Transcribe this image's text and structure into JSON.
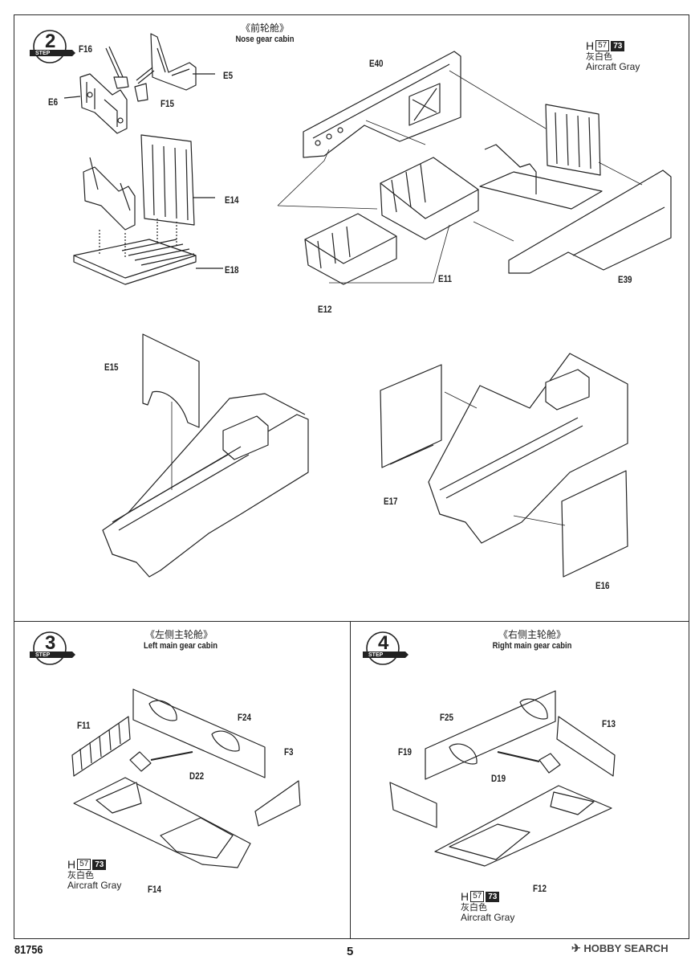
{
  "document": {
    "model_number": "81756",
    "page_number": "5",
    "watermark": "HOBBY SEARCH"
  },
  "step2": {
    "step_word": "STEP",
    "step_number": "2",
    "title_cn": "《前轮舱》",
    "title_en": "Nose gear cabin",
    "parts": {
      "F16": "F16",
      "E5": "E5",
      "E6": "E6",
      "F15": "F15",
      "E14": "E14",
      "E18": "E18",
      "E40": "E40",
      "E11": "E11",
      "E12": "E12",
      "E39": "E39",
      "E15": "E15",
      "E17": "E17",
      "E16": "E16"
    },
    "paint": {
      "h": "H",
      "code1": "57",
      "code2": "73",
      "cn": "灰白色",
      "en": "Aircraft Gray"
    }
  },
  "step3": {
    "step_word": "STEP",
    "step_number": "3",
    "title_cn": "《左侧主轮舱》",
    "title_en": "Left main gear cabin",
    "parts": {
      "F11": "F11",
      "F24": "F24",
      "F3": "F3",
      "D22": "D22",
      "F14": "F14"
    },
    "paint": {
      "h": "H",
      "code1": "57",
      "code2": "73",
      "cn": "灰白色",
      "en": "Aircraft Gray"
    }
  },
  "step4": {
    "step_word": "STEP",
    "step_number": "4",
    "title_cn": "《右侧主轮舱》",
    "title_en": "Right main gear cabin",
    "parts": {
      "F25": "F25",
      "F13": "F13",
      "F19": "F19",
      "D19": "D19",
      "F12": "F12"
    },
    "paint": {
      "h": "H",
      "code1": "57",
      "code2": "73",
      "cn": "灰白色",
      "en": "Aircraft Gray"
    }
  },
  "colors": {
    "ink": "#1a1a1a",
    "paper": "#ffffff"
  }
}
